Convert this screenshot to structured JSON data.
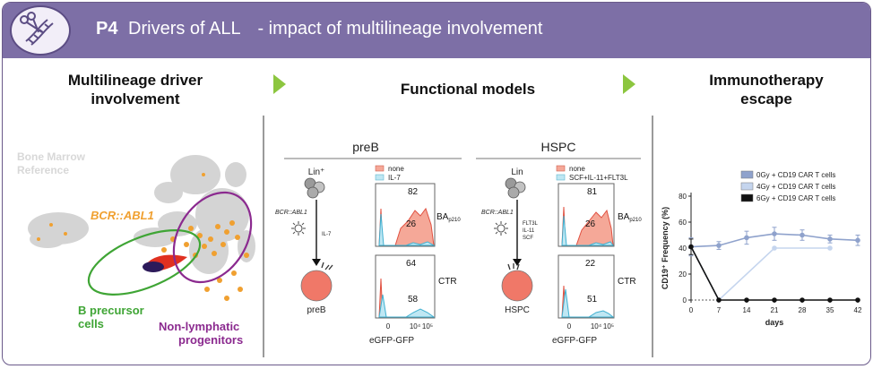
{
  "header": {
    "code": "P4",
    "title": "Drivers of ALL",
    "subtitle": "- impact of multilineage involvement"
  },
  "colors": {
    "header_bg": "#7d6fa6",
    "arrow": "#8cc63f",
    "green": "#3fa535",
    "purple": "#8b2a8f",
    "orange": "#f0a030",
    "red": "#e03020"
  },
  "panel1": {
    "title_line1": "Multilineage driver",
    "title_line2": "involvement",
    "bm_ref_line1": "Bone Marrow",
    "bm_ref_line2": "Reference",
    "fusion_label": "BCR::ABL1",
    "bprec_line1": "B precursor",
    "bprec_line2": "cells",
    "nonlymph_line1": "Non-lymphatic",
    "nonlymph_line2": "progenitors"
  },
  "panel2": {
    "title": "Functional models",
    "left": {
      "heading": "preB",
      "top_cell": "Lin⁺",
      "construct": "BCR::ABL1",
      "cytokines": "IL-7",
      "bottom_cell": "preB",
      "legend_none": "none",
      "legend_cyt": "IL-7",
      "ba_main": "BA",
      "ba_sub": "p210",
      "ctr": "CTR",
      "val_ba_none": "82",
      "val_ba_cyt": "26",
      "val_ctr_none": "64",
      "val_ctr_cyt": "58",
      "tick0": "0",
      "tick1": "10⁴",
      "tick2": "10⁵",
      "xlabel": "eGFP-GFP"
    },
    "right": {
      "heading": "HSPC",
      "top_cell": "Lin",
      "construct": "BCR::ABL1",
      "cyt1": "FLT3L",
      "cyt2": "IL-11",
      "cyt3": "SCF",
      "bottom_cell": "HSPC",
      "legend_none": "none",
      "legend_cyt": "SCF+IL-11+FLT3L",
      "ba_main": "BA",
      "ba_sub": "p210",
      "ctr": "CTR",
      "val_ba_none": "81",
      "val_ba_cyt": "26",
      "val_ctr_none": "22",
      "val_ctr_cyt": "51",
      "tick0": "0",
      "tick1": "10⁴",
      "tick2": "10⁵",
      "xlabel": "eGFP-GFP"
    }
  },
  "panel3": {
    "title_line1": "Immunotherapy",
    "title_line2": "escape"
  },
  "chart_data": {
    "type": "line",
    "xlabel": "days",
    "ylabel": "CD19⁺ Frequency (%)",
    "xticks": [
      0,
      7,
      14,
      21,
      28,
      35,
      42
    ],
    "yticks": [
      0,
      20,
      40,
      60,
      80
    ],
    "xlim": [
      0,
      42
    ],
    "ylim": [
      0,
      80
    ],
    "legend_position": "top-right",
    "series": [
      {
        "name": "0Gy + CD19 CAR T cells",
        "color": "#8fa2cc",
        "x": [
          0,
          7,
          14,
          21,
          28,
          35,
          42
        ],
        "y": [
          41,
          42,
          48,
          51,
          50,
          47,
          46
        ],
        "err": [
          7,
          3,
          5,
          5,
          4,
          3,
          4
        ]
      },
      {
        "name": "4Gy + CD19 CAR T cells",
        "color": "#c5d5ee",
        "x": [
          0,
          7,
          21,
          35
        ],
        "y": [
          41,
          0,
          40,
          40
        ],
        "err": [
          6,
          0,
          0,
          0
        ]
      },
      {
        "name": "6Gy + CD19 CAR T cells",
        "color": "#111111",
        "x": [
          0,
          7,
          14,
          21,
          28,
          35,
          42
        ],
        "y": [
          41,
          0,
          0,
          0,
          0,
          0,
          0
        ],
        "err": [
          6,
          0,
          0,
          0,
          0,
          0,
          0
        ]
      }
    ]
  }
}
